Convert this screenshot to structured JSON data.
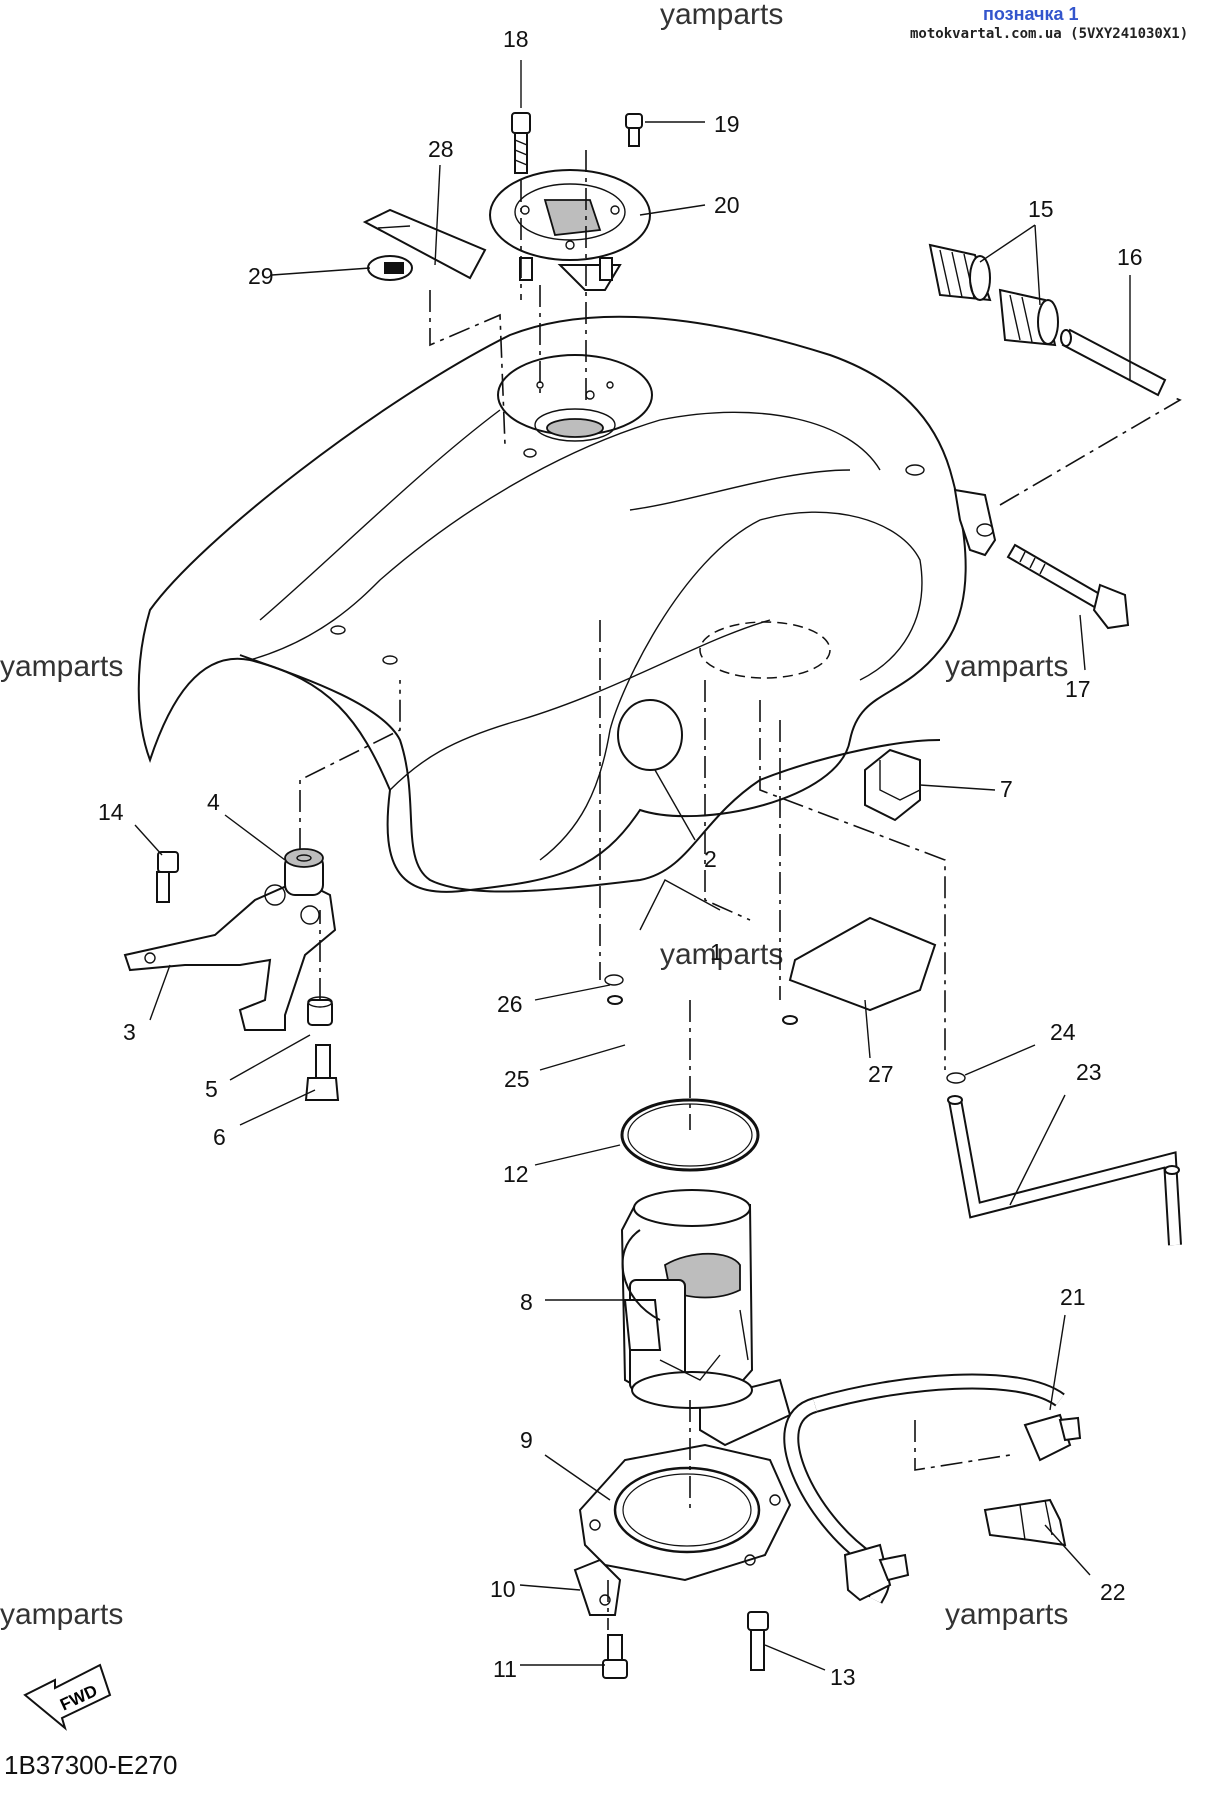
{
  "header": {
    "title": "позначка 1",
    "subtitle": "motokvartal.com.ua (5VXY241030X1)"
  },
  "watermark": "yamparts",
  "diagram_code": "1B37300-E270",
  "fwd_label": "FWD",
  "callouts": [
    "1",
    "2",
    "3",
    "4",
    "5",
    "6",
    "7",
    "8",
    "9",
    "10",
    "11",
    "12",
    "13",
    "14",
    "15",
    "16",
    "17",
    "18",
    "19",
    "20",
    "21",
    "22",
    "23",
    "24",
    "25",
    "26",
    "27",
    "28",
    "29"
  ]
}
